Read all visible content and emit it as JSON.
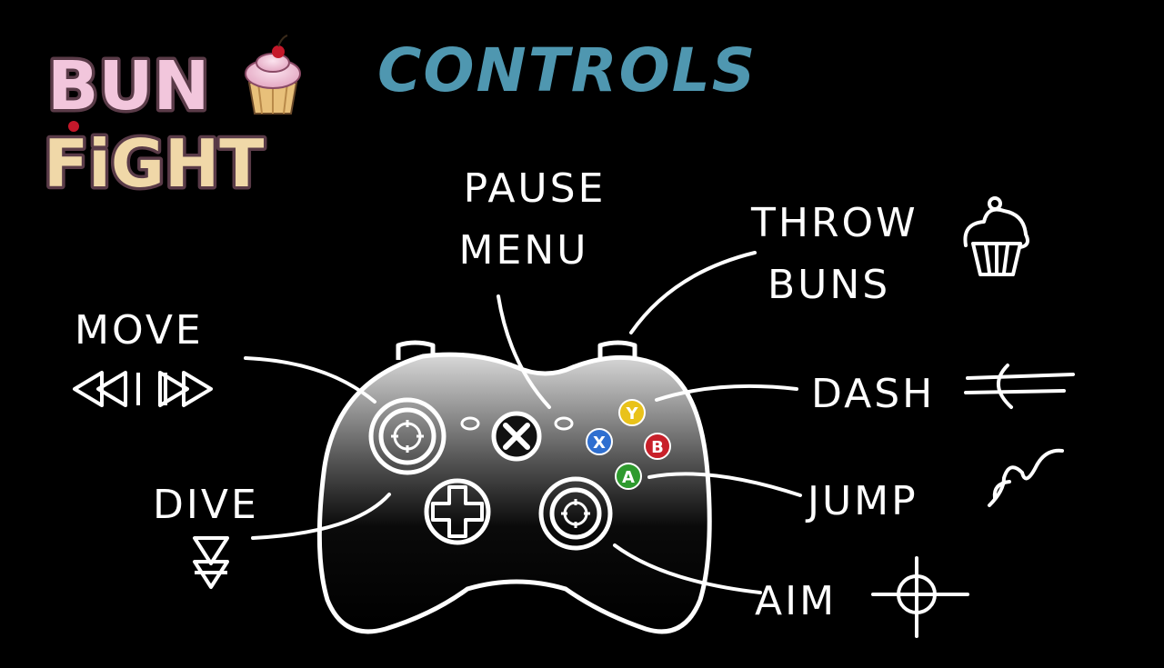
{
  "logo": {
    "line1": "BUN",
    "line2": "FiGHT",
    "color_pink": "#f2c6dc",
    "color_tan": "#f0d8a8",
    "outline": "#5a3b48"
  },
  "title": {
    "text": "CONTROLS",
    "color": "#4f97b0"
  },
  "labels": {
    "pause_line1": "PAUSE",
    "pause_line2": "MENU",
    "throw_line1": "THROW",
    "throw_line2": "BUNS",
    "move": "MOVE",
    "dash": "DASH",
    "jump": "JUMP",
    "dive": "DIVE",
    "aim": "AIM"
  },
  "controller": {
    "face_buttons": [
      {
        "letter": "Y",
        "color": "#e9c21a"
      },
      {
        "letter": "X",
        "color": "#2f6fd0"
      },
      {
        "letter": "B",
        "color": "#c8202a"
      },
      {
        "letter": "A",
        "color": "#2e9a2e"
      }
    ],
    "guide_icon": "xbox-guide-icon"
  },
  "icons": {
    "move": "left-right-arrows-icon",
    "throw": "cupcake-icon",
    "dash": "speed-lines-icon",
    "jump": "jump-arc-icon",
    "dive": "down-arrows-icon",
    "aim": "crosshair-icon"
  }
}
